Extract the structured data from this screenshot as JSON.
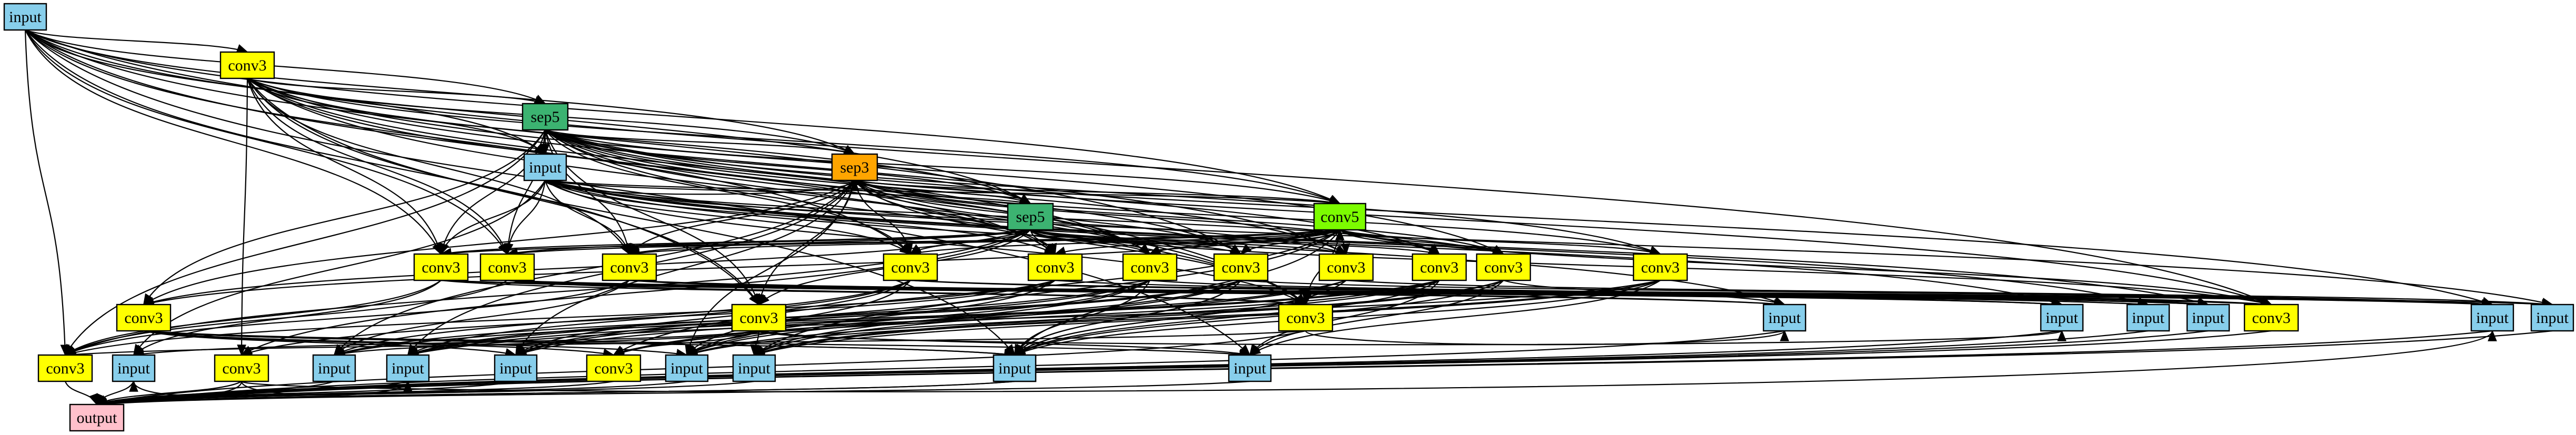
{
  "colors": {
    "input": "#87ceeb",
    "conv3": "#ffff00",
    "sep5": "#3cb371",
    "sep3": "#ffa500",
    "conv5": "#7cfc00",
    "output": "#ffc0cb",
    "edge": "#000000",
    "border": "#000000"
  },
  "nodes": [
    {
      "id": "n0",
      "label": "input",
      "kind": "input"
    },
    {
      "id": "n1",
      "label": "conv3",
      "kind": "conv3"
    },
    {
      "id": "n2",
      "label": "sep5",
      "kind": "sep5"
    },
    {
      "id": "n3",
      "label": "input",
      "kind": "input"
    },
    {
      "id": "n4",
      "label": "sep3",
      "kind": "sep3"
    },
    {
      "id": "n5",
      "label": "sep5",
      "kind": "sep5"
    },
    {
      "id": "n6",
      "label": "conv5",
      "kind": "conv5"
    },
    {
      "id": "n7",
      "label": "conv3",
      "kind": "conv3"
    },
    {
      "id": "n8",
      "label": "conv3",
      "kind": "conv3"
    },
    {
      "id": "n9",
      "label": "conv3",
      "kind": "conv3"
    },
    {
      "id": "n10",
      "label": "conv3",
      "kind": "conv3"
    },
    {
      "id": "n11",
      "label": "conv3",
      "kind": "conv3"
    },
    {
      "id": "n12",
      "label": "conv3",
      "kind": "conv3"
    },
    {
      "id": "n13",
      "label": "conv3",
      "kind": "conv3"
    },
    {
      "id": "n14",
      "label": "conv3",
      "kind": "conv3"
    },
    {
      "id": "n15",
      "label": "conv3",
      "kind": "conv3"
    },
    {
      "id": "n16",
      "label": "conv3",
      "kind": "conv3"
    },
    {
      "id": "n17",
      "label": "conv3",
      "kind": "conv3"
    },
    {
      "id": "n18",
      "label": "conv3",
      "kind": "conv3"
    },
    {
      "id": "n19",
      "label": "conv3",
      "kind": "conv3"
    },
    {
      "id": "n20",
      "label": "conv3",
      "kind": "conv3"
    },
    {
      "id": "n21",
      "label": "input",
      "kind": "input"
    },
    {
      "id": "n22",
      "label": "input",
      "kind": "input"
    },
    {
      "id": "n23",
      "label": "input",
      "kind": "input"
    },
    {
      "id": "n24",
      "label": "input",
      "kind": "input"
    },
    {
      "id": "n25",
      "label": "conv3",
      "kind": "conv3"
    },
    {
      "id": "n26",
      "label": "input",
      "kind": "input"
    },
    {
      "id": "n27",
      "label": "input",
      "kind": "input"
    },
    {
      "id": "n28",
      "label": "conv3",
      "kind": "conv3"
    },
    {
      "id": "n29",
      "label": "input",
      "kind": "input"
    },
    {
      "id": "n30",
      "label": "conv3",
      "kind": "conv3"
    },
    {
      "id": "n31",
      "label": "input",
      "kind": "input"
    },
    {
      "id": "n32",
      "label": "input",
      "kind": "input"
    },
    {
      "id": "n33",
      "label": "input",
      "kind": "input"
    },
    {
      "id": "n34",
      "label": "conv3",
      "kind": "conv3"
    },
    {
      "id": "n35",
      "label": "input",
      "kind": "input"
    },
    {
      "id": "n36",
      "label": "input",
      "kind": "input"
    },
    {
      "id": "n37",
      "label": "input",
      "kind": "input"
    },
    {
      "id": "n38",
      "label": "input",
      "kind": "input"
    },
    {
      "id": "n39",
      "label": "input",
      "kind": "input"
    },
    {
      "id": "n40",
      "label": "output",
      "kind": "output"
    }
  ],
  "edges": [
    [
      "n0",
      "n1"
    ],
    [
      "n0",
      "n2"
    ],
    [
      "n0",
      "n3"
    ],
    [
      "n0",
      "n4"
    ],
    [
      "n0",
      "n5"
    ],
    [
      "n0",
      "n6"
    ],
    [
      "n0",
      "n7"
    ],
    [
      "n0",
      "n8"
    ],
    [
      "n0",
      "n10"
    ],
    [
      "n0",
      "n13"
    ],
    [
      "n0",
      "n19"
    ],
    [
      "n0",
      "n20"
    ],
    [
      "n0",
      "n39"
    ],
    [
      "n0",
      "n25"
    ],
    [
      "n0",
      "n28"
    ],
    [
      "n1",
      "n2"
    ],
    [
      "n1",
      "n3"
    ],
    [
      "n1",
      "n4"
    ],
    [
      "n1",
      "n5"
    ],
    [
      "n1",
      "n6"
    ],
    [
      "n1",
      "n7"
    ],
    [
      "n1",
      "n8"
    ],
    [
      "n1",
      "n9"
    ],
    [
      "n1",
      "n11"
    ],
    [
      "n1",
      "n12"
    ],
    [
      "n1",
      "n14"
    ],
    [
      "n1",
      "n16"
    ],
    [
      "n1",
      "n20"
    ],
    [
      "n1",
      "n30"
    ],
    [
      "n1",
      "n19"
    ],
    [
      "n1",
      "n38"
    ],
    [
      "n2",
      "n3"
    ],
    [
      "n2",
      "n4"
    ],
    [
      "n2",
      "n5"
    ],
    [
      "n2",
      "n6"
    ],
    [
      "n2",
      "n7"
    ],
    [
      "n2",
      "n8"
    ],
    [
      "n2",
      "n9"
    ],
    [
      "n2",
      "n10"
    ],
    [
      "n2",
      "n11"
    ],
    [
      "n2",
      "n12"
    ],
    [
      "n2",
      "n13"
    ],
    [
      "n2",
      "n14"
    ],
    [
      "n2",
      "n15"
    ],
    [
      "n2",
      "n17"
    ],
    [
      "n2",
      "n18"
    ],
    [
      "n2",
      "n19"
    ],
    [
      "n2",
      "n20"
    ],
    [
      "n2",
      "n25"
    ],
    [
      "n2",
      "n26"
    ],
    [
      "n2",
      "n28"
    ],
    [
      "n3",
      "n4"
    ],
    [
      "n3",
      "n5"
    ],
    [
      "n3",
      "n6"
    ],
    [
      "n3",
      "n7"
    ],
    [
      "n3",
      "n8"
    ],
    [
      "n3",
      "n9"
    ],
    [
      "n3",
      "n10"
    ],
    [
      "n3",
      "n11"
    ],
    [
      "n3",
      "n14"
    ],
    [
      "n3",
      "n16"
    ],
    [
      "n3",
      "n20"
    ],
    [
      "n3",
      "n21"
    ],
    [
      "n3",
      "n22"
    ],
    [
      "n3",
      "n23"
    ],
    [
      "n3",
      "n24"
    ],
    [
      "n3",
      "n27"
    ],
    [
      "n3",
      "n29"
    ],
    [
      "n4",
      "n5"
    ],
    [
      "n4",
      "n6"
    ],
    [
      "n4",
      "n9"
    ],
    [
      "n4",
      "n10"
    ],
    [
      "n4",
      "n11"
    ],
    [
      "n4",
      "n12"
    ],
    [
      "n4",
      "n13"
    ],
    [
      "n4",
      "n15"
    ],
    [
      "n4",
      "n16"
    ],
    [
      "n4",
      "n17"
    ],
    [
      "n4",
      "n18"
    ],
    [
      "n4",
      "n19"
    ],
    [
      "n4",
      "n20"
    ],
    [
      "n4",
      "n31"
    ],
    [
      "n4",
      "n32"
    ],
    [
      "n4",
      "n33"
    ],
    [
      "n4",
      "n35"
    ],
    [
      "n5",
      "n6"
    ],
    [
      "n5",
      "n7"
    ],
    [
      "n5",
      "n8"
    ],
    [
      "n5",
      "n9"
    ],
    [
      "n5",
      "n10"
    ],
    [
      "n5",
      "n11"
    ],
    [
      "n5",
      "n12"
    ],
    [
      "n5",
      "n13"
    ],
    [
      "n5",
      "n14"
    ],
    [
      "n5",
      "n15"
    ],
    [
      "n5",
      "n18"
    ],
    [
      "n5",
      "n19"
    ],
    [
      "n5",
      "n25"
    ],
    [
      "n5",
      "n28"
    ],
    [
      "n5",
      "n30"
    ],
    [
      "n6",
      "n7"
    ],
    [
      "n6",
      "n8"
    ],
    [
      "n6",
      "n9"
    ],
    [
      "n6",
      "n10"
    ],
    [
      "n6",
      "n11"
    ],
    [
      "n6",
      "n12"
    ],
    [
      "n6",
      "n13"
    ],
    [
      "n6",
      "n14"
    ],
    [
      "n6",
      "n15"
    ],
    [
      "n6",
      "n16"
    ],
    [
      "n6",
      "n17"
    ],
    [
      "n6",
      "n18"
    ],
    [
      "n6",
      "n20"
    ],
    [
      "n6",
      "n25"
    ],
    [
      "n6",
      "n34"
    ],
    [
      "n6",
      "n36"
    ],
    [
      "n6",
      "n37"
    ],
    [
      "n7",
      "n20"
    ],
    [
      "n7",
      "n22"
    ],
    [
      "n7",
      "n23"
    ],
    [
      "n7",
      "n24"
    ],
    [
      "n7",
      "n26"
    ],
    [
      "n7",
      "n27"
    ],
    [
      "n7",
      "n28"
    ],
    [
      "n7",
      "n29"
    ],
    [
      "n8",
      "n20"
    ],
    [
      "n8",
      "n21"
    ],
    [
      "n8",
      "n22"
    ],
    [
      "n8",
      "n23"
    ],
    [
      "n8",
      "n24"
    ],
    [
      "n8",
      "n25"
    ],
    [
      "n8",
      "n27"
    ],
    [
      "n8",
      "n28"
    ],
    [
      "n9",
      "n21"
    ],
    [
      "n9",
      "n22"
    ],
    [
      "n9",
      "n25"
    ],
    [
      "n9",
      "n28"
    ],
    [
      "n9",
      "n31"
    ],
    [
      "n10",
      "n25"
    ],
    [
      "n10",
      "n26"
    ],
    [
      "n10",
      "n31"
    ],
    [
      "n10",
      "n32"
    ],
    [
      "n10",
      "n33"
    ],
    [
      "n10",
      "n35"
    ],
    [
      "n11",
      "n25"
    ],
    [
      "n11",
      "n28"
    ],
    [
      "n11",
      "n30"
    ],
    [
      "n11",
      "n33"
    ],
    [
      "n11",
      "n35"
    ],
    [
      "n12",
      "n24"
    ],
    [
      "n12",
      "n32"
    ],
    [
      "n12",
      "n33"
    ],
    [
      "n12",
      "n35"
    ],
    [
      "n12",
      "n36"
    ],
    [
      "n12",
      "n37"
    ],
    [
      "n13",
      "n26"
    ],
    [
      "n13",
      "n31"
    ],
    [
      "n13",
      "n32"
    ],
    [
      "n13",
      "n35"
    ],
    [
      "n13",
      "n36"
    ],
    [
      "n13",
      "n37"
    ],
    [
      "n13",
      "n38"
    ],
    [
      "n14",
      "n27"
    ],
    [
      "n14",
      "n33"
    ],
    [
      "n14",
      "n34"
    ],
    [
      "n14",
      "n37"
    ],
    [
      "n14",
      "n38"
    ],
    [
      "n15",
      "n31"
    ],
    [
      "n15",
      "n32"
    ],
    [
      "n15",
      "n34"
    ],
    [
      "n15",
      "n36"
    ],
    [
      "n15",
      "n38"
    ],
    [
      "n15",
      "n39"
    ],
    [
      "n16",
      "n21"
    ],
    [
      "n16",
      "n35"
    ],
    [
      "n16",
      "n36"
    ],
    [
      "n16",
      "n37"
    ],
    [
      "n16",
      "n39"
    ],
    [
      "n17",
      "n32"
    ],
    [
      "n17",
      "n35"
    ],
    [
      "n17",
      "n36"
    ],
    [
      "n17",
      "n38"
    ],
    [
      "n17",
      "n39"
    ],
    [
      "n18",
      "n33"
    ],
    [
      "n18",
      "n34"
    ],
    [
      "n18",
      "n35"
    ],
    [
      "n18",
      "n37"
    ],
    [
      "n18",
      "n38"
    ],
    [
      "n18",
      "n39"
    ],
    [
      "n19",
      "n22"
    ],
    [
      "n19",
      "n29"
    ],
    [
      "n19",
      "n31"
    ],
    [
      "n19",
      "n34"
    ],
    [
      "n19",
      "n36"
    ],
    [
      "n19",
      "n39"
    ],
    [
      "n20",
      "n21"
    ],
    [
      "n20",
      "n28"
    ],
    [
      "n20",
      "n40"
    ],
    [
      "n21",
      "n40"
    ],
    [
      "n22",
      "n40"
    ],
    [
      "n23",
      "n40"
    ],
    [
      "n24",
      "n40"
    ],
    [
      "n25",
      "n40"
    ],
    [
      "n26",
      "n40"
    ],
    [
      "n27",
      "n40"
    ],
    [
      "n28",
      "n40"
    ],
    [
      "n29",
      "n40"
    ],
    [
      "n30",
      "n26"
    ],
    [
      "n30",
      "n29"
    ],
    [
      "n30",
      "n32"
    ],
    [
      "n30",
      "n40"
    ],
    [
      "n31",
      "n40"
    ],
    [
      "n32",
      "n40"
    ],
    [
      "n33",
      "n40"
    ],
    [
      "n34",
      "n40"
    ],
    [
      "n35",
      "n40"
    ],
    [
      "n36",
      "n40"
    ],
    [
      "n37",
      "n40"
    ],
    [
      "n38",
      "n40"
    ],
    [
      "n39",
      "n40"
    ]
  ]
}
